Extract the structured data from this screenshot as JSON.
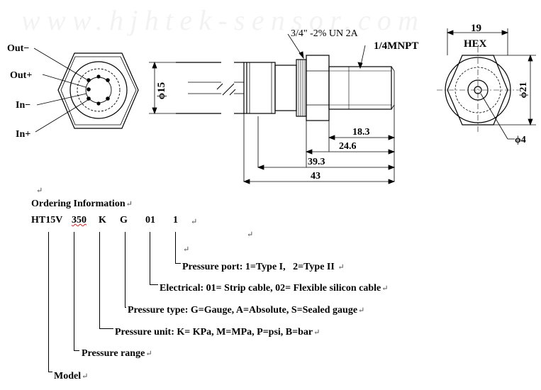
{
  "drawing": {
    "watermark": "www.hjhtek-sensor.com",
    "left_view": {
      "labels": [
        "Out−",
        "Out+",
        "In−",
        "In+"
      ]
    },
    "side_view": {
      "thread_callout": "3/4\" -2% UN 2A",
      "port_callout": "1/4MNPT",
      "diameter_label": "ϕ15",
      "dim_1": "18.3",
      "dim_2": "24.6",
      "dim_3": "39.3",
      "dim_4": "43"
    },
    "end_view": {
      "hex_size": "19",
      "hex_label": "HEX",
      "diameter_label": "ϕ21",
      "hole_label": "ϕ4"
    }
  },
  "ordering": {
    "title": "Ordering Information",
    "codes": [
      "HT15V",
      "350",
      "K",
      "G",
      "01",
      "1"
    ],
    "descriptions": {
      "port": "Pressure port: 1=Type I,   2=Type II",
      "electrical": "Electrical: 01= Strip cable, 02= Flexible silicon cable",
      "type": "Pressure type: G=Gauge, A=Absolute, S=Sealed gauge",
      "unit": "Pressure unit: K= KPa, M=MPa, P=psi, B=bar",
      "range": "Pressure range",
      "model": "Model"
    },
    "paragraph_mark": "↵"
  }
}
